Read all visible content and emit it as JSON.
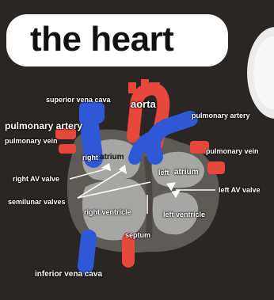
{
  "title": "the heart",
  "colors": {
    "background": "#2a2624",
    "red": "#e8473b",
    "blue": "#2f58d6",
    "muscle": "#5e5a55",
    "chamber": "#a6a7a5",
    "white": "#ffffff"
  },
  "labels": {
    "superior_vena_cava": "superior vena cava",
    "aorta": "aorta",
    "pulmonary_artery_left": "pulmonary artery",
    "pulmonary_artery_right": "pulmonary artery",
    "pulmonary_vein_left": "pulmonary vein",
    "pulmonary_vein_right": "pulmonary vein",
    "right": "right",
    "atrium_right": "atrium",
    "right_av_valve": "right AV valve",
    "semilunar_valves": "semilunar valves",
    "right_ventricle": "right ventricle",
    "left": "left",
    "atrium_left": "atrium",
    "left_av_valve": "left AV valve",
    "left_ventricle": "left ventricle",
    "septum": "septum",
    "inferior_vena_cava": "inferior vena cava"
  }
}
